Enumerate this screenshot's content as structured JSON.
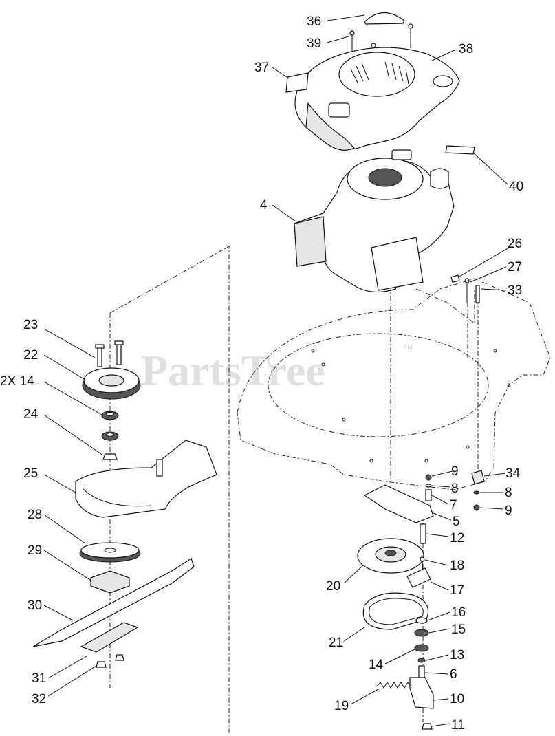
{
  "watermark": {
    "text": "PartsTree",
    "mark": "TM"
  },
  "callouts": {
    "c36": "36",
    "c39": "39",
    "c38": "38",
    "c37": "37",
    "c40": "40",
    "c4": "4",
    "c26": "26",
    "c27": "27",
    "c33": "33",
    "c23": "23",
    "c22": "22",
    "c2x14": "2X 14",
    "c24": "24",
    "c25": "25",
    "c28": "28",
    "c29": "29",
    "c30": "30",
    "c31": "31",
    "c32": "32",
    "c9a": "9",
    "c8a": "8",
    "c7": "7",
    "c5": "5",
    "c12": "12",
    "c34": "34",
    "c8b": "8",
    "c9b": "9",
    "c18": "18",
    "c20": "20",
    "c17": "17",
    "c16": "16",
    "c21": "21",
    "c15": "15",
    "c13": "13",
    "c14": "14",
    "c6": "6",
    "c19": "19",
    "c10": "10",
    "c11": "11"
  }
}
